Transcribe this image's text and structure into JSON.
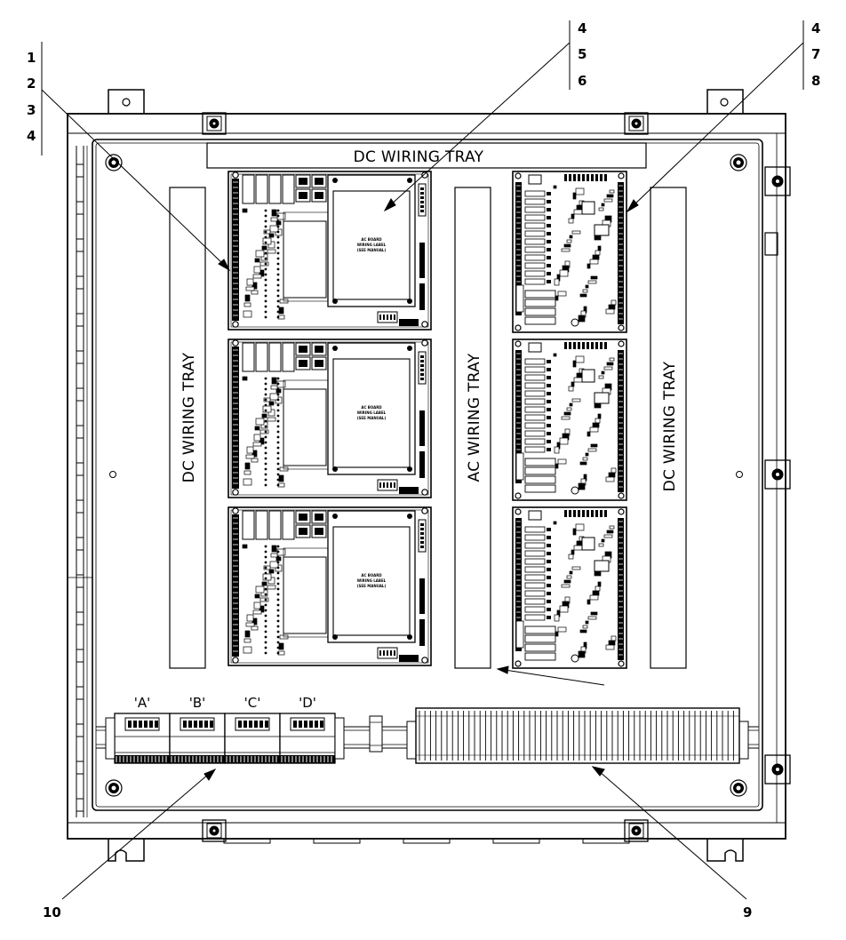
{
  "callouts": {
    "top_left": [
      "1",
      "2",
      "3",
      "4"
    ],
    "top_middle": [
      "4",
      "5",
      "6"
    ],
    "top_right": [
      "4",
      "7",
      "8"
    ],
    "bottom_left": "10",
    "bottom_right": "9"
  },
  "trays": {
    "top": "DC WIRING TRAY",
    "left": "DC WIRING TRAY",
    "middle": "AC WIRING TRAY",
    "right": "DC WIRING TRAY"
  },
  "connectors": [
    "'A'",
    "'B'",
    "'C'",
    "'D'"
  ],
  "board_cover_text": [
    "AC BOARD",
    "WIRING LABEL",
    "(SEE MANUAL)"
  ]
}
